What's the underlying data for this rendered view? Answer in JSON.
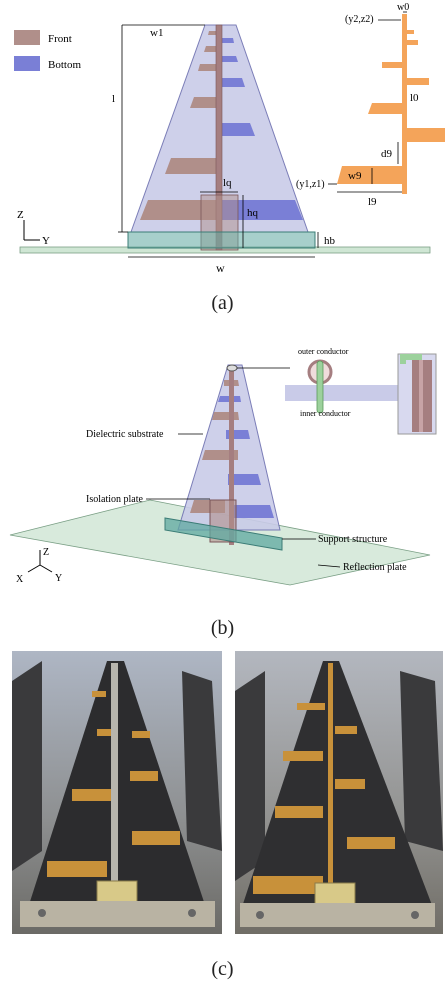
{
  "panel_a": {
    "caption": "(a)",
    "legend": [
      {
        "label": "Front",
        "color": "#b08f8a"
      },
      {
        "label": "Bottom",
        "color": "#7a7fd6"
      }
    ],
    "dims": {
      "w1": "w1",
      "l": "l",
      "lq": "lq",
      "hq": "hq",
      "hb": "hb",
      "w": "w",
      "w0": "w0",
      "l0": "l0",
      "d9": "d9",
      "w9": "w9",
      "l9": "l9",
      "p2": "(y2,z2)",
      "p1": "(y1,z1)"
    },
    "axes": {
      "z": "Z",
      "y": "Y"
    }
  },
  "panel_b": {
    "caption": "(b)",
    "labels": {
      "outer": "outer conductor",
      "inner": "inner conductor",
      "dielectric": "Dielectric substrate",
      "isolation": "Isolation plate",
      "support": "Support structure",
      "reflection": "Reflection plate"
    },
    "axes": {
      "z": "Z",
      "x": "X",
      "y": "Y"
    }
  },
  "panel_c": {
    "caption": "(c)"
  },
  "colors": {
    "front": "#b08f8a",
    "bottom": "#7a7fd6",
    "substrate": "#c9cbe8",
    "ground": "#cfe6d4",
    "support": "#5fa8a0",
    "copper": "#f4a45a"
  }
}
